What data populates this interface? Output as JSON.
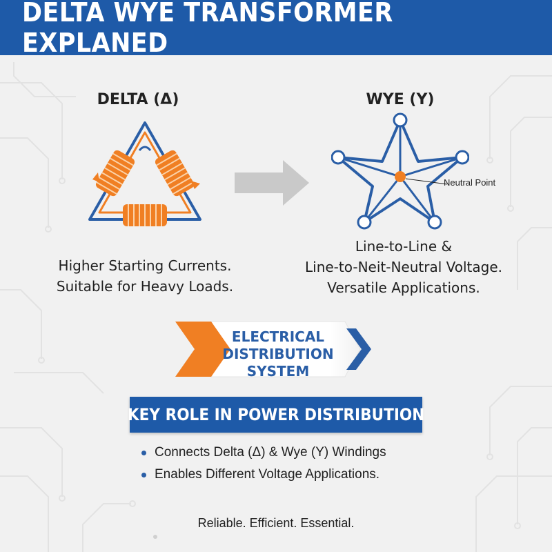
{
  "header": {
    "title": "DELTA WYE TRANSFORMER EXPLANED"
  },
  "delta": {
    "title": "DELTA (Δ)",
    "description": [
      "Higher Starting Currents.",
      "Suitable for Heavy Loads."
    ]
  },
  "wye": {
    "title": "WYE (Y)",
    "neutral_label": "Neutral Point",
    "description": [
      "Line-to-Line &",
      "Line-to-Neit-Neutral Voltage.",
      "Versatile Applications."
    ]
  },
  "banner": {
    "lines": [
      "ELECTRICAL",
      "DISTRIBUTION",
      "SYSTEM"
    ]
  },
  "key_role": {
    "title": "KEY ROLE IN POWER DISTRIBUTION",
    "bullets": [
      "Connects Delta (Δ) & Wye (Y) Windings",
      "Enables Different Voltage Applications."
    ]
  },
  "tagline": "Reliable. Efficient. Essential.",
  "colors": {
    "primary_blue": "#1e5aa8",
    "orange": "#f07f23",
    "arrow_gray": "#c9c9c9"
  }
}
